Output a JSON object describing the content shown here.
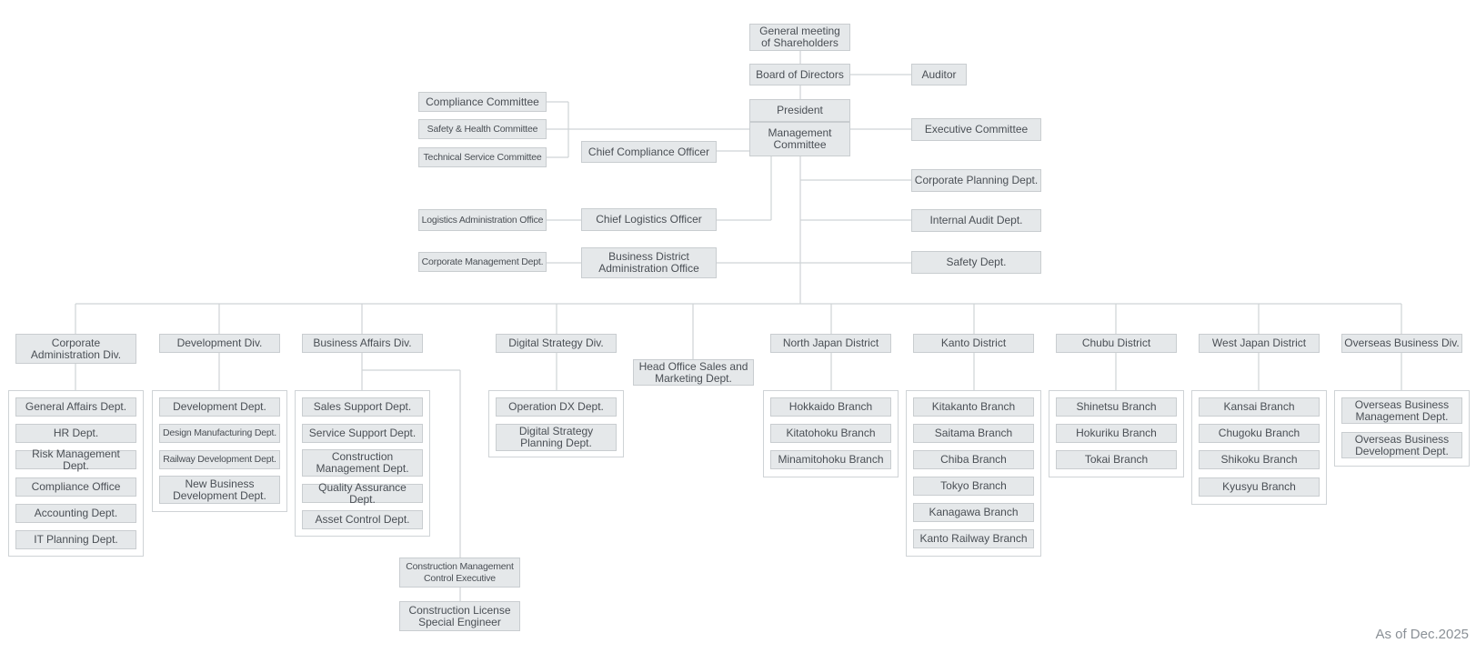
{
  "as_of": "As of Dec.2025",
  "top": {
    "shareholders": "General meeting\nof Shareholders",
    "board": "Board of  Directors",
    "auditor": "Auditor",
    "president": "President",
    "management_committee": "Management\nCommittee",
    "executive_committee": "Executive Committee",
    "chief_compliance_officer": "Chief Compliance Officer",
    "corporate_planning": "Corporate Planning Dept.",
    "internal_audit": "Internal Audit Dept.",
    "safety": "Safety Dept.",
    "chief_logistics_officer": "Chief Logistics Officer",
    "logistics_admin_office": "Logistics Administration Office",
    "business_district_admin": "Business District\nAdministration Office",
    "corporate_management": "Corporate Management Dept."
  },
  "committees": [
    "Compliance Committee",
    "Safety & Health Committee",
    "Technical Service Committee"
  ],
  "divisions": {
    "corporate_admin": {
      "name": "Corporate\nAdministration Div.",
      "depts": [
        "General Affairs Dept.",
        "HR Dept.",
        "Risk Management Dept.",
        "Compliance Office",
        "Accounting Dept.",
        "IT Planning Dept."
      ]
    },
    "development": {
      "name": "Development Div.",
      "depts": [
        "Development Dept.",
        "Design Manufacturing Dept.",
        "Railway Development Dept.",
        "New Business\nDevelopment Dept."
      ]
    },
    "business_affairs": {
      "name": "Business Affairs Div.",
      "depts": [
        "Sales Support Dept.",
        "Service Support Dept.",
        "Construction\nManagement Dept.",
        "Quality Assurance Dept.",
        "Asset Control Dept."
      ],
      "extra": [
        "Construction Management\nControl Executive",
        "Construction License\nSpecial Engineer"
      ]
    },
    "digital_strategy": {
      "name": "Digital Strategy Div.",
      "depts": [
        "Operation DX Dept.",
        "Digital Strategy\nPlanning Dept."
      ]
    },
    "head_office_sales": {
      "name": "Head Office Sales and\nMarketing Dept."
    },
    "north_japan": {
      "name": "North Japan District",
      "depts": [
        "Hokkaido Branch",
        "Kitatohoku Branch",
        "Minamitohoku Branch"
      ]
    },
    "kanto": {
      "name": "Kanto District",
      "depts": [
        "Kitakanto Branch",
        "Saitama Branch",
        "Chiba Branch",
        "Tokyo Branch",
        "Kanagawa Branch",
        "Kanto Railway Branch"
      ]
    },
    "chubu": {
      "name": "Chubu District",
      "depts": [
        "Shinetsu Branch",
        "Hokuriku Branch",
        "Tokai Branch"
      ]
    },
    "west_japan": {
      "name": "West Japan District",
      "depts": [
        "Kansai Branch",
        "Chugoku Branch",
        "Shikoku Branch",
        "Kyusyu Branch"
      ]
    },
    "overseas": {
      "name": "Overseas Business Div.",
      "depts": [
        "Overseas Business\nManagement Dept.",
        "Overseas Business\nDevelopment Dept."
      ]
    }
  }
}
